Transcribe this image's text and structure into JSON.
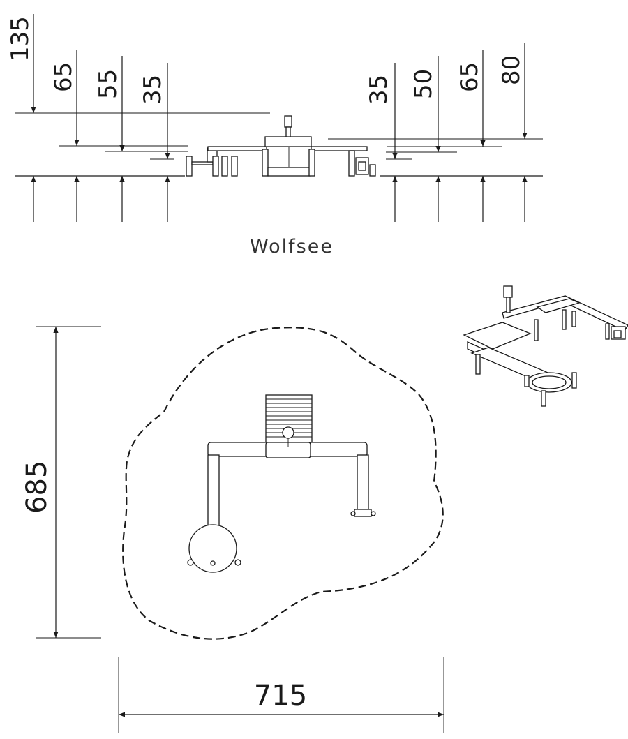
{
  "title": "Wolfsee",
  "elevation_view": {
    "left_heights": [
      "135",
      "65",
      "55",
      "35"
    ],
    "right_heights": [
      "35",
      "50",
      "65",
      "80"
    ]
  },
  "plan_view": {
    "depth_label": "685",
    "width_label": "715"
  }
}
